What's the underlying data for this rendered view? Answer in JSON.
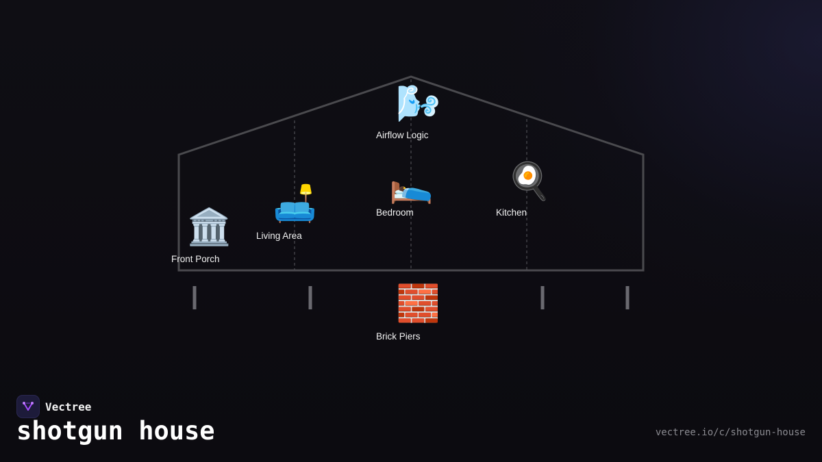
{
  "diagram": {
    "nodes": [
      {
        "id": "airflow",
        "icon": "wind-face-icon",
        "emoji": "🌬️",
        "label": "Airflow Logic"
      },
      {
        "id": "bedroom",
        "icon": "bed-icon",
        "emoji": "🛌",
        "label": "Bedroom"
      },
      {
        "id": "kitchen",
        "icon": "frying-pan-icon",
        "emoji": "🍳",
        "label": "Kitchen"
      },
      {
        "id": "living",
        "icon": "couch-lamp-icon",
        "emoji": "🛋️",
        "label": "Living Area"
      },
      {
        "id": "porch",
        "icon": "classical-building-icon",
        "emoji": "🏛️",
        "label": "Front Porch"
      },
      {
        "id": "piers",
        "icon": "brick-icon",
        "emoji": "🧱",
        "label": "Brick Piers"
      }
    ],
    "outline_color": "#4a4a4e",
    "divider_color": "#5a5a60",
    "pier_color": "#6a6a70"
  },
  "brand": {
    "name": "Vectree",
    "logo_color": "#a64dff"
  },
  "title": "shotgun house",
  "url": "vectree.io/c/shotgun-house"
}
